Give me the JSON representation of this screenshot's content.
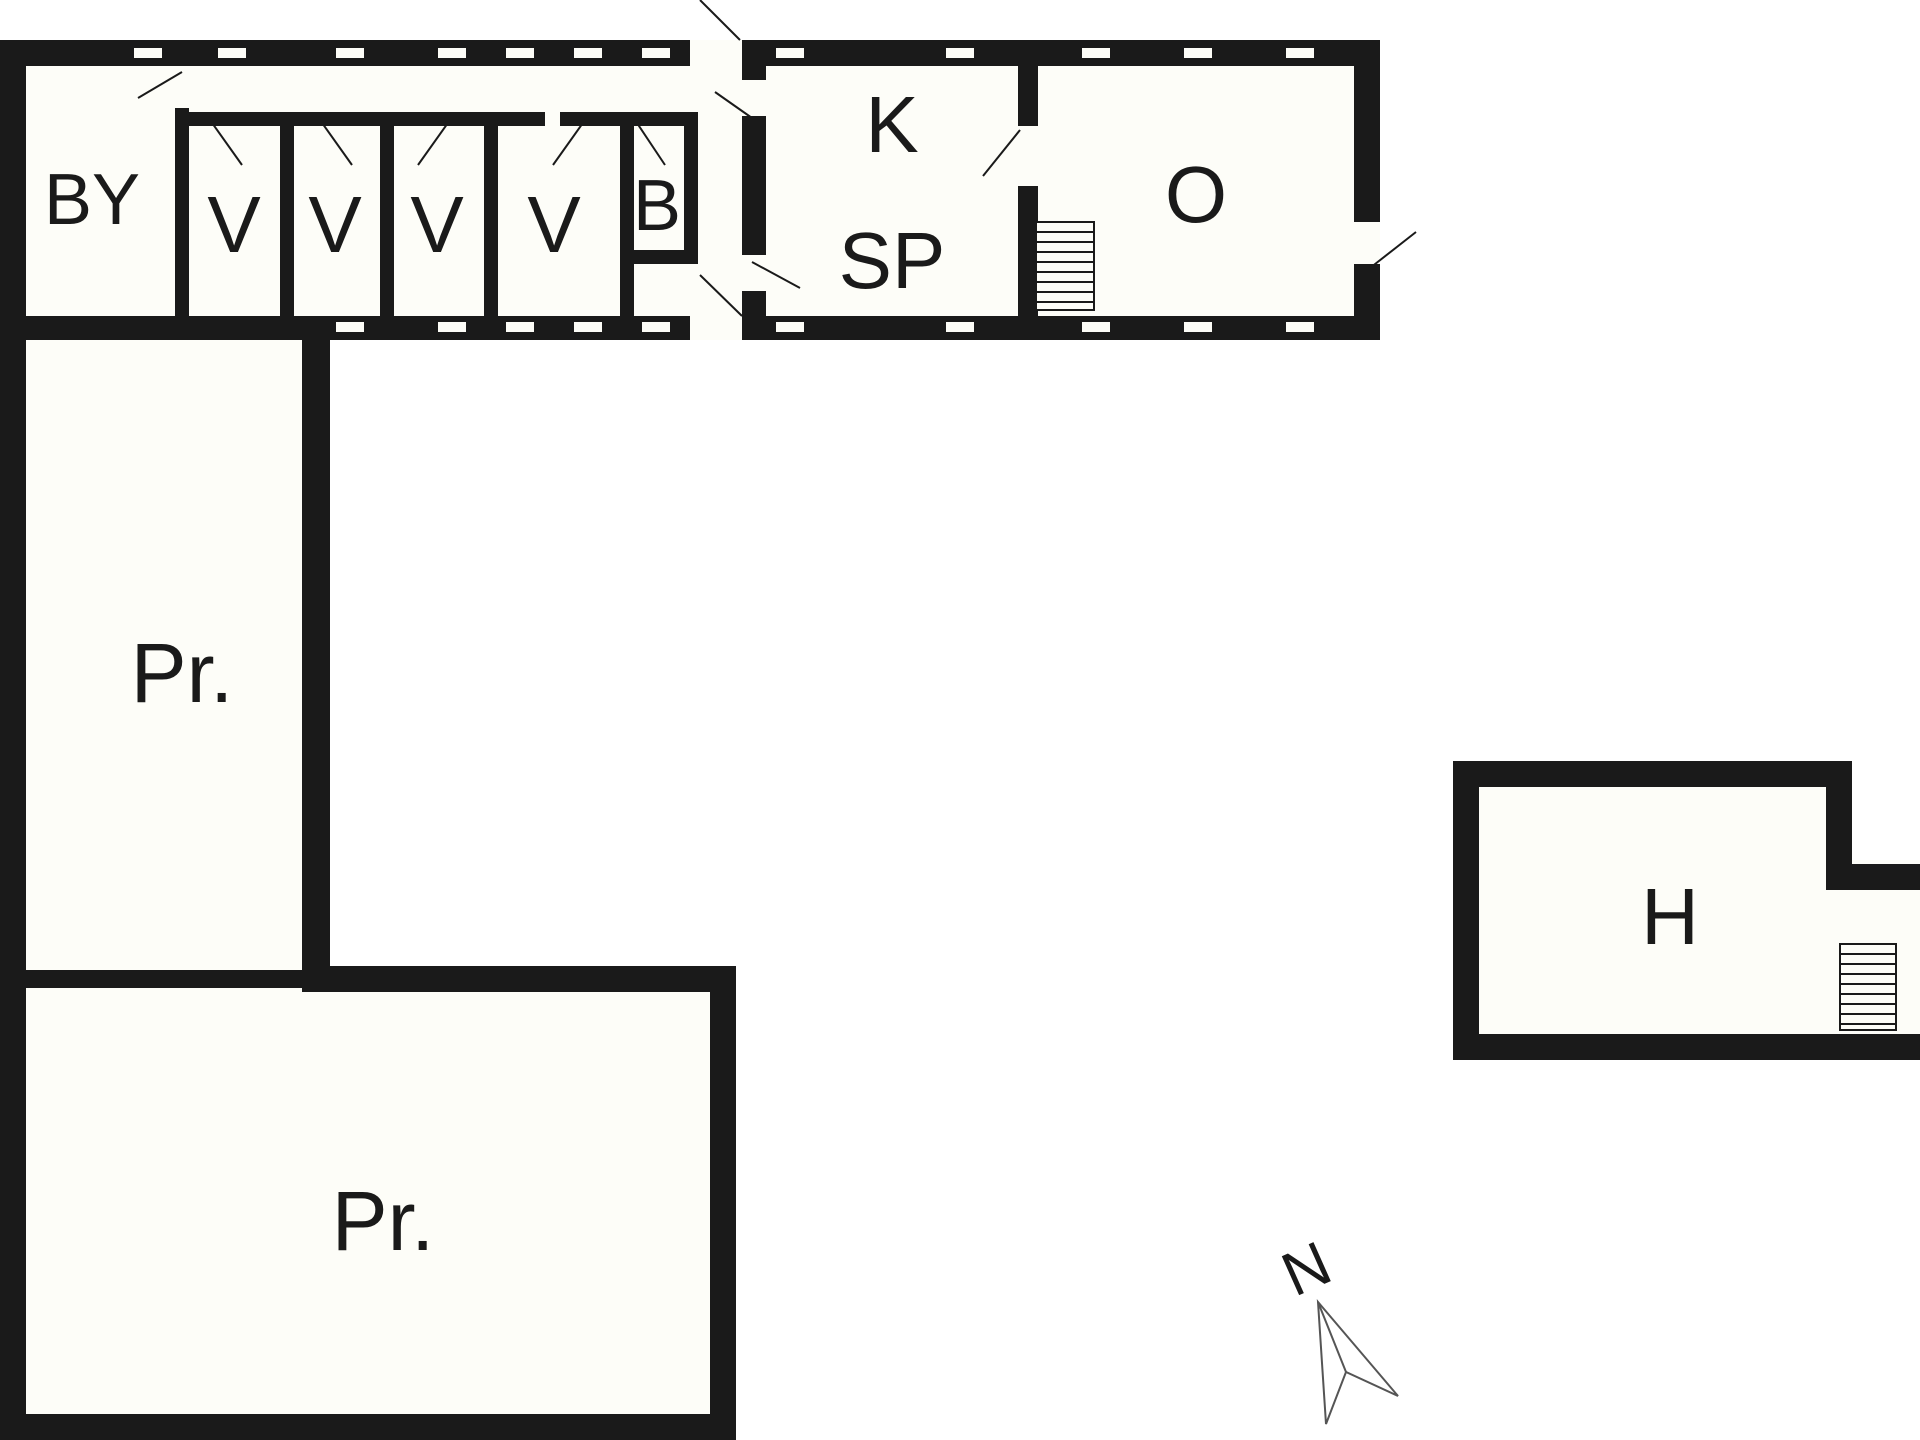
{
  "floor_plan": {
    "rooms": [
      {
        "id": "by",
        "label": "BY"
      },
      {
        "id": "v1",
        "label": "V"
      },
      {
        "id": "v2",
        "label": "V"
      },
      {
        "id": "v3",
        "label": "V"
      },
      {
        "id": "v4",
        "label": "V"
      },
      {
        "id": "b",
        "label": "B"
      },
      {
        "id": "k",
        "label": "K"
      },
      {
        "id": "sp",
        "label": "SP"
      },
      {
        "id": "o",
        "label": "O"
      },
      {
        "id": "pr1",
        "label": "Pr."
      },
      {
        "id": "pr2",
        "label": "Pr."
      },
      {
        "id": "h",
        "label": "H"
      }
    ],
    "compass": {
      "label": "N"
    },
    "colors": {
      "wall": "#1a1a1a",
      "floor": "#fdfdf8",
      "background": "#ffffff"
    }
  }
}
